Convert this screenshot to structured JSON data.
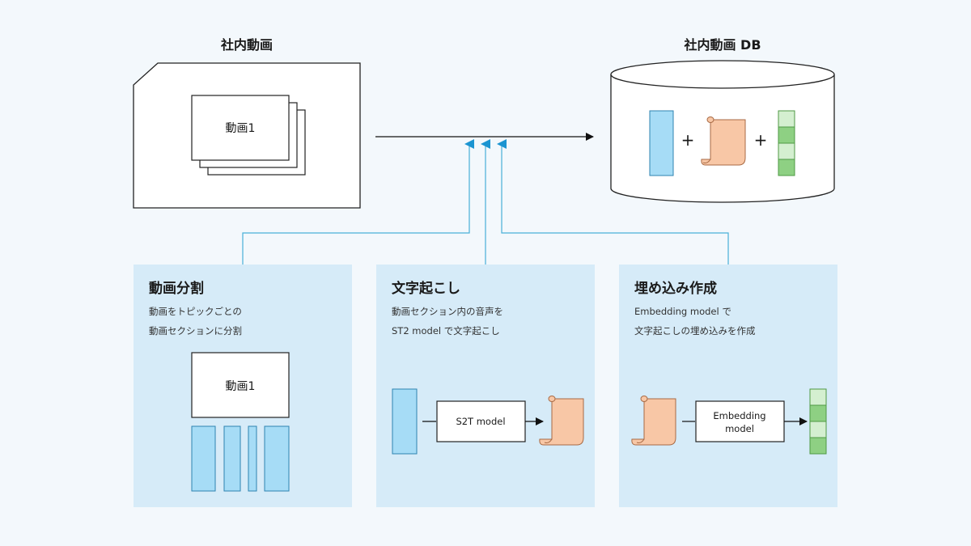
{
  "source": {
    "title": "社内動画",
    "doc_label": "動画1"
  },
  "database": {
    "title": "社内動画 DB",
    "plus": "+"
  },
  "panels": [
    {
      "title": "動画分割",
      "desc": [
        "動画をトピックごとの",
        "動画セクションに分割"
      ],
      "doc_label": "動画1"
    },
    {
      "title": "文字起こし",
      "desc": [
        "動画セクション内の音声を",
        "ST2 model で文字起こし"
      ],
      "model_label": "S2T model"
    },
    {
      "title": "埋め込み作成",
      "desc": [
        "Embedding model で",
        "文字起こしの埋め込みを作成"
      ],
      "model_label": [
        "Embedding",
        "model"
      ]
    }
  ],
  "colors": {
    "panel_bg": "#d6ebf8",
    "video_segment": "#a6dcf6",
    "scroll": "#f8c7a6",
    "embedding_light": "#d4efd0",
    "embedding_dark": "#8ed083",
    "arrow_blue": "#1b94d1",
    "connector": "#48b0d8"
  }
}
